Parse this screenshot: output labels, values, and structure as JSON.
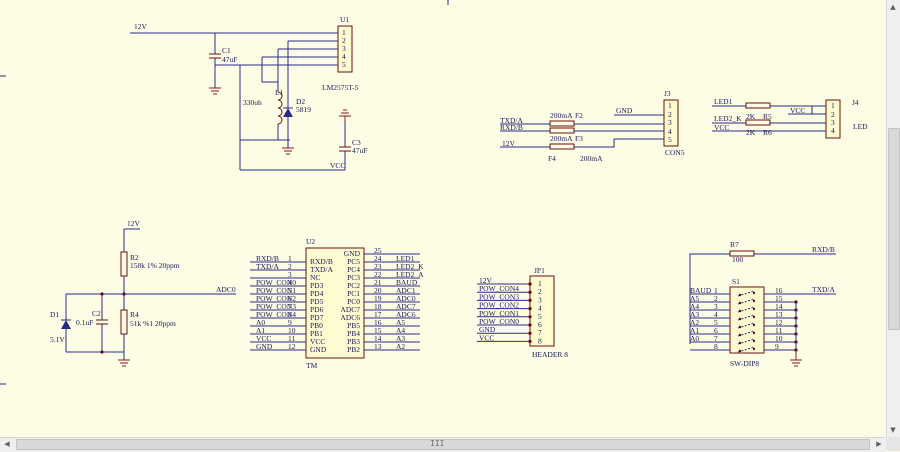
{
  "power": {
    "net_12v": "12V",
    "net_vcc": "VCC",
    "u1": {
      "ref": "U1",
      "value": "LM2575T-5",
      "pins": [
        "1",
        "2",
        "3",
        "4",
        "5"
      ]
    },
    "c1": {
      "ref": "C1",
      "value": "47uF"
    },
    "l1": {
      "ref": "L1",
      "value": "330uh"
    },
    "d2": {
      "ref": "D2",
      "value": "5819"
    },
    "c3": {
      "ref": "C3",
      "value": "47uF"
    }
  },
  "j3": {
    "ref": "J3",
    "value": "CON5",
    "pins": [
      "1",
      "2",
      "3",
      "4",
      "5"
    ],
    "nets": {
      "gnd": "GND",
      "txd": "TXD/A",
      "rxd": "RXD/B",
      "v12": "12V"
    },
    "f2": {
      "value": "200mA",
      "ref": "F2"
    },
    "f3": {
      "value": "200mA",
      "ref": "F3"
    },
    "f4": {
      "ref": "F4",
      "value": "200mA"
    }
  },
  "j4": {
    "ref": "J4",
    "value": "LED",
    "pins": [
      "1",
      "2",
      "3",
      "4"
    ],
    "nets": {
      "led1": "LED1",
      "led2": "LED2_K",
      "vcc_in": "VCC",
      "vcc_out": "VCC"
    },
    "r5": {
      "ref": "R5",
      "value": "2K"
    },
    "r6": {
      "ref": "R6",
      "value": "2K"
    }
  },
  "adc": {
    "net_12v": "12V",
    "net_adc": "ADC0",
    "r2": {
      "ref": "R2",
      "value": "158k 1% 20ppm"
    },
    "r4": {
      "ref": "R4",
      "value": "51k %1 20ppm"
    },
    "d1": {
      "ref": "D1",
      "value": "5.1V"
    },
    "c2": {
      "ref": "C2",
      "value": "0.1uF"
    }
  },
  "u2": {
    "ref": "U2",
    "value": "TM",
    "left": [
      {
        "net": "RXD/B",
        "num": "1",
        "pin": "RXD/B"
      },
      {
        "net": "TXD/A",
        "num": "2",
        "pin": "TXD/A"
      },
      {
        "net": "",
        "num": "3",
        "pin": "NC"
      },
      {
        "net": "POW_CON0",
        "num": "4",
        "pin": "PD3"
      },
      {
        "net": "POW_CON1",
        "num": "5",
        "pin": "PD4"
      },
      {
        "net": "POW_CON2",
        "num": "6",
        "pin": "PD5"
      },
      {
        "net": "POW_CON3",
        "num": "7",
        "pin": "PD6"
      },
      {
        "net": "POW_CON4",
        "num": "8",
        "pin": "PD7"
      },
      {
        "net": "A0",
        "num": "9",
        "pin": "PB0"
      },
      {
        "net": "A1",
        "num": "10",
        "pin": "PB1"
      },
      {
        "net": "VCC",
        "num": "11",
        "pin": "VCC"
      },
      {
        "net": "GND",
        "num": "12",
        "pin": "GND"
      }
    ],
    "right": [
      {
        "pin": "GND",
        "num": "25",
        "net": ""
      },
      {
        "pin": "PC5",
        "num": "24",
        "net": "LED1"
      },
      {
        "pin": "PC4",
        "num": "23",
        "net": "LED2_K"
      },
      {
        "pin": "PC3",
        "num": "22",
        "net": "LED2_A"
      },
      {
        "pin": "PC2",
        "num": "21",
        "net": "BAUD"
      },
      {
        "pin": "PC1",
        "num": "20",
        "net": "ADC1"
      },
      {
        "pin": "PC0",
        "num": "19",
        "net": "ADC0"
      },
      {
        "pin": "ADC7",
        "num": "18",
        "net": "ADC7"
      },
      {
        "pin": "ADC6",
        "num": "17",
        "net": "ADC6"
      },
      {
        "pin": "PB5",
        "num": "16",
        "net": "A5"
      },
      {
        "pin": "PB4",
        "num": "15",
        "net": "A4"
      },
      {
        "pin": "PB3",
        "num": "14",
        "net": "A3"
      },
      {
        "pin": "PB2",
        "num": "13",
        "net": "A2"
      }
    ]
  },
  "jp1": {
    "ref": "JP1",
    "value": "HEADER 8",
    "pins": [
      {
        "net": "12V",
        "num": "1"
      },
      {
        "net": "POW_CON4",
        "num": "2"
      },
      {
        "net": "POW_CON3",
        "num": "3"
      },
      {
        "net": "POW_CON2",
        "num": "4"
      },
      {
        "net": "POW_CON1",
        "num": "5"
      },
      {
        "net": "POW_CON0",
        "num": "6"
      },
      {
        "net": "GND",
        "num": "7"
      },
      {
        "net": "VCC",
        "num": "8"
      }
    ]
  },
  "s1": {
    "ref": "S1",
    "value": "SW-DIP8",
    "r7": {
      "ref": "R7",
      "value": "100",
      "net": "RXD/B"
    },
    "net_txd": "TXD/A",
    "left": [
      {
        "net": "BAUD",
        "num": "1"
      },
      {
        "net": "A5",
        "num": "2"
      },
      {
        "net": "A4",
        "num": "3"
      },
      {
        "net": "A3",
        "num": "4"
      },
      {
        "net": "A2",
        "num": "5"
      },
      {
        "net": "A1",
        "num": "6"
      },
      {
        "net": "A0",
        "num": "7"
      },
      {
        "net": "",
        "num": "8"
      }
    ],
    "right": [
      "16",
      "15",
      "14",
      "13",
      "12",
      "11",
      "10",
      "9"
    ]
  },
  "scrollbar": {
    "grip": "III"
  }
}
